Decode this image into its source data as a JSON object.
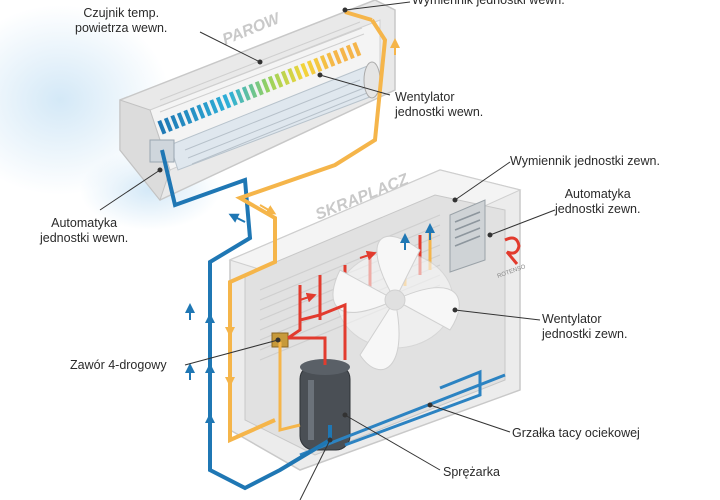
{
  "diagram": {
    "watermark_top": "PAROW",
    "watermark_mid": "SKRAPLACZ",
    "brand_mark": "ROTENSO",
    "labels": {
      "indoor_temp_sensor": {
        "line1": "Czujnik temp.",
        "line2": "powietrza wewn."
      },
      "indoor_exchanger": {
        "line1": "Wymiennik jednostki wewn."
      },
      "indoor_fan": {
        "line1": "Wentylator",
        "line2": "jednostki wewn."
      },
      "indoor_controls": {
        "line1": "Automatyka",
        "line2": "jednostki wewn."
      },
      "outdoor_exchanger": {
        "line1": "Wymiennik jednostki zewn."
      },
      "outdoor_controls": {
        "line1": "Automatyka",
        "line2": "jednostki zewn."
      },
      "outdoor_fan": {
        "line1": "Wentylator",
        "line2": "jednostki zewn."
      },
      "four_way_valve": {
        "line1": "Zawór 4-drogowy"
      },
      "drip_tray_heater": {
        "line1": "Grzałka tacy ociekowej"
      },
      "compressor": {
        "line1": "Sprężarka"
      }
    },
    "colors": {
      "hot_line": "#f5b54a",
      "cold_line": "#1f77b4",
      "red_line": "#e23b2e",
      "housing": "#ececec",
      "housing_edge": "#c9c9c9",
      "leader": "#333333"
    }
  }
}
